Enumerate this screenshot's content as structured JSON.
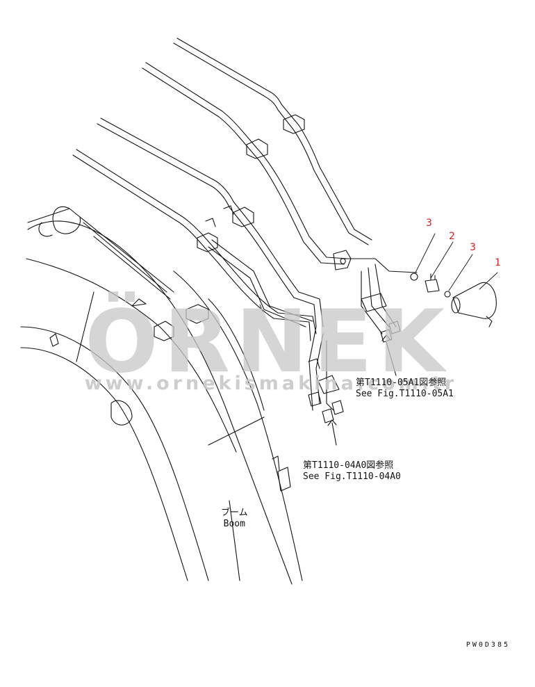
{
  "watermark": {
    "brand": "ÖRNEK",
    "url": "www.ornekismakina.com.tr"
  },
  "callouts": [
    "3",
    "2",
    "3",
    "1"
  ],
  "references": [
    {
      "jp": "第T1110-05A1図参照",
      "en": "See Fig.T1110-05A1"
    },
    {
      "jp": "第T1110-04A0図参照",
      "en": "See Fig.T1110-04A0"
    }
  ],
  "boom_label": {
    "jp": "ブーム",
    "en": "Boom"
  },
  "drawing_code": "PW0D385",
  "colors": {
    "line": "#111111",
    "callout": "#d42020",
    "watermark": "#c8c8c8"
  }
}
